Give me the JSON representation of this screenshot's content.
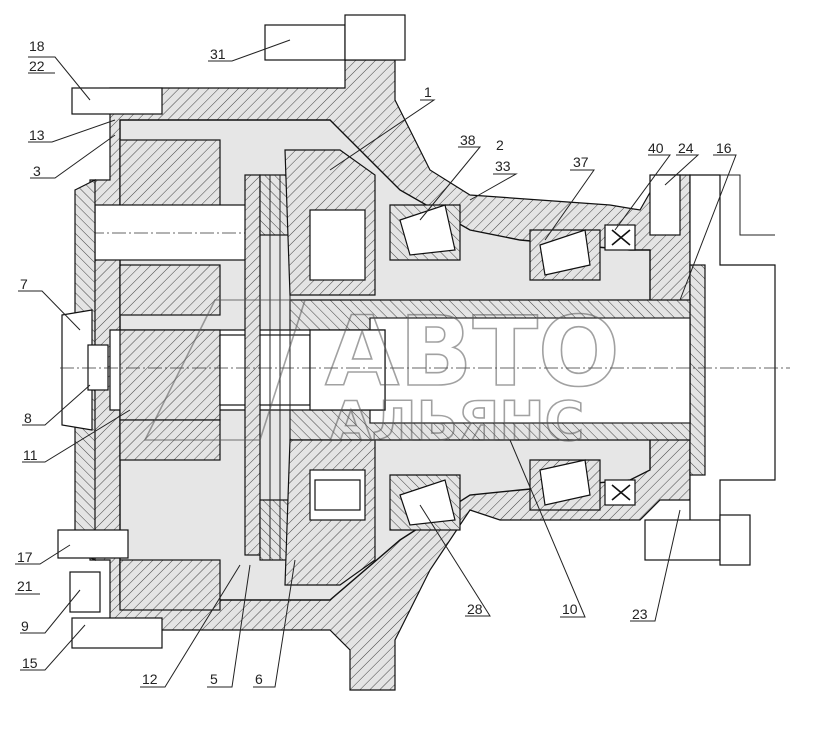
{
  "callouts": [
    "18",
    "22",
    "31",
    "1",
    "38",
    "2",
    "33",
    "37",
    "40",
    "24",
    "16",
    "13",
    "3",
    "7",
    "8",
    "11",
    "17",
    "21",
    "9",
    "15",
    "12",
    "5",
    "6",
    "28",
    "10",
    "23"
  ],
  "watermark": {
    "line1": "АВТО",
    "line2": "АЛЬЯНС"
  },
  "colors": {
    "line": "#111111",
    "fill": "#e6e6e6",
    "background": "#ffffff"
  }
}
